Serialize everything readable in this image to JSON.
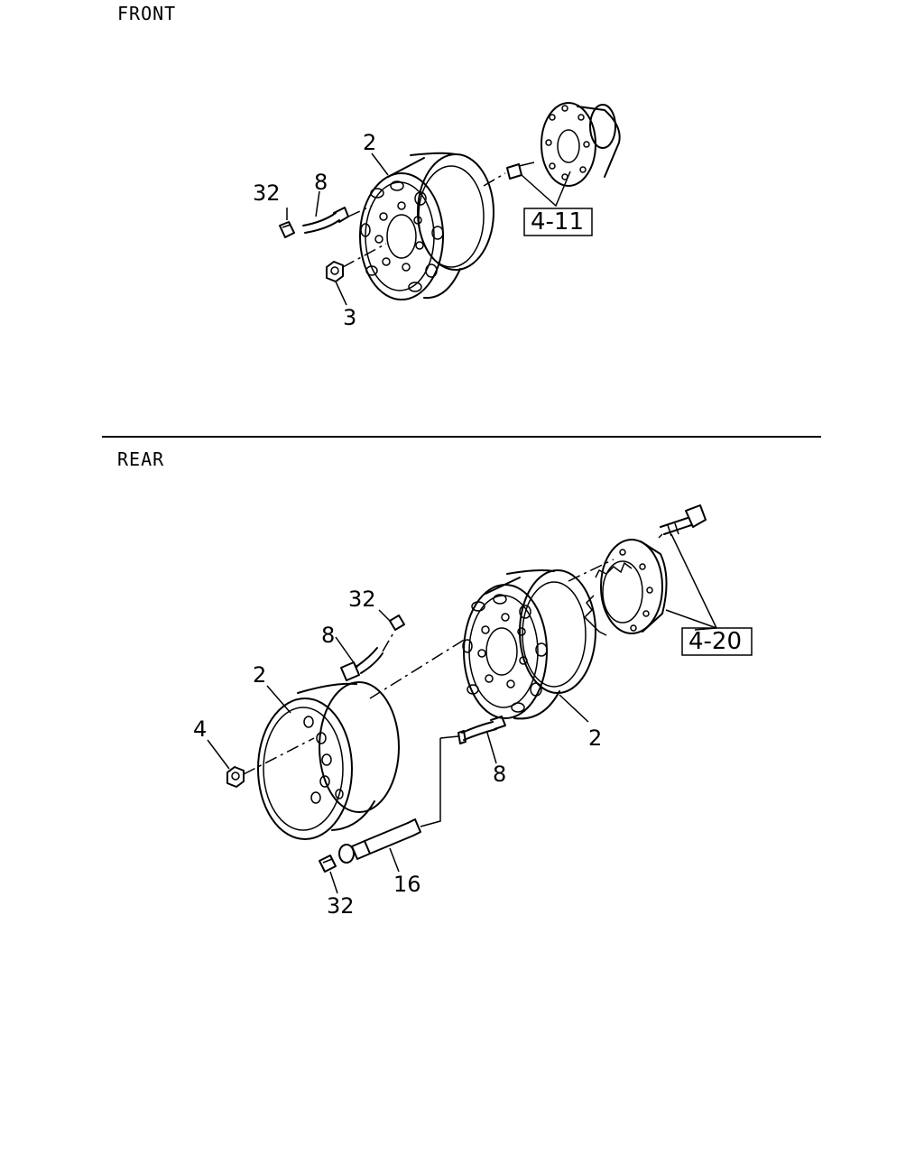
{
  "sections": {
    "front": "FRONT",
    "rear": "REAR"
  },
  "front_labels": {
    "wheel": "2",
    "valve_cap": "32",
    "valve_stem": "8",
    "nut": "3",
    "ref_hub": "4-11"
  },
  "rear_labels": {
    "valve_cap_top": "32",
    "valve_stem_top": "8",
    "outer_wheel": "2",
    "nut": "4",
    "inner_wheel": "2",
    "valve_stem_lower": "8",
    "extension": "16",
    "valve_cap_lower": "32",
    "ref_hub": "4-20"
  }
}
